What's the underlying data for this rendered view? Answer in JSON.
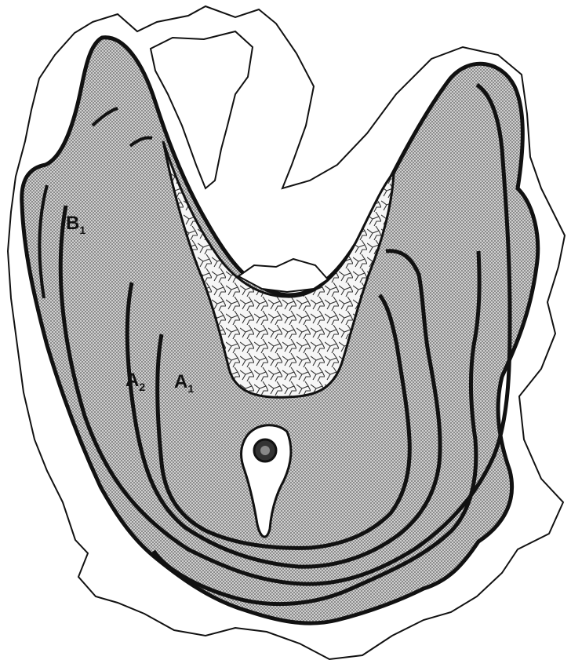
{
  "figure": {
    "labels": {
      "b1": {
        "main": "B",
        "sub": "1"
      },
      "a2": {
        "main": "A",
        "sub": "2"
      },
      "a1": {
        "main": "A",
        "sub": "1"
      }
    },
    "colors": {
      "background": "#ffffff",
      "ink": "#111111",
      "stipple": "#9a9a9a",
      "stipple_bg": "#d2d2d2"
    }
  }
}
